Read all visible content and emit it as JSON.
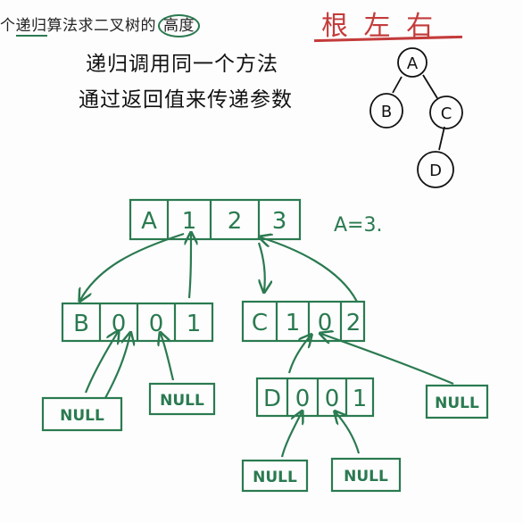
{
  "title": {
    "prefix": "个",
    "underlined": "递归",
    "middle": "算法求二叉树的",
    "circled": "高度"
  },
  "header_right": "根 左 右",
  "notes": [
    "递归调用同一个方法",
    "通过返回值来传递参数"
  ],
  "tree": {
    "root": "A",
    "left": "B",
    "right": "C",
    "right_child": "D"
  },
  "boxes": {
    "a": [
      "A",
      "1",
      "2",
      "3"
    ],
    "b": [
      "B",
      "0",
      "0",
      "1"
    ],
    "c": [
      "C",
      "1",
      "0",
      "2"
    ],
    "d": [
      "D",
      "0",
      "0",
      "1"
    ]
  },
  "null_label": "NULL",
  "a_result": "A=3.",
  "colors": {
    "ink": "#2a7a50",
    "accent": "#c43b3b",
    "text": "#111111"
  }
}
